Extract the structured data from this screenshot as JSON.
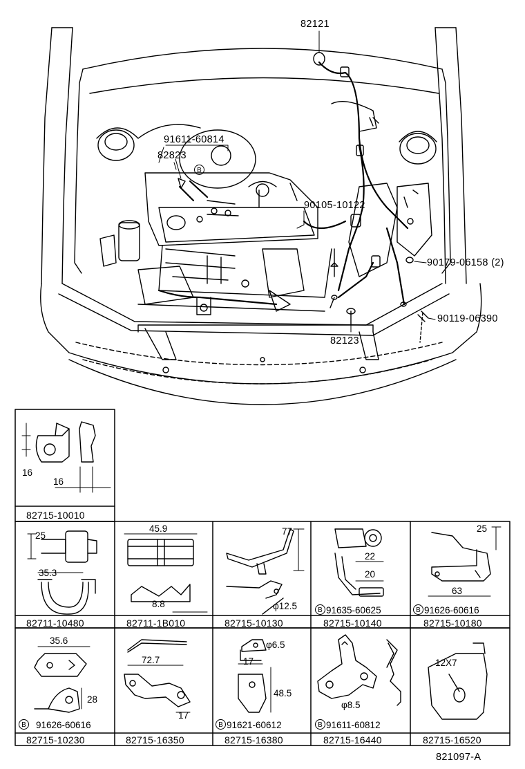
{
  "callouts": {
    "c82121": "82121",
    "c91611": "91611-60814",
    "c82823": "82823",
    "c90105": "90105-10122",
    "c90179": "90179-06158 (2)",
    "c90119": "90119-06390",
    "c82123": "82123",
    "b_marker": "B"
  },
  "cells": {
    "r0c0": {
      "part": "82715-10010",
      "dims": [
        "16",
        "16"
      ]
    },
    "r1c0": {
      "part": "82711-10480",
      "dims": [
        "25",
        "35.3"
      ]
    },
    "r1c1": {
      "part": "82711-1B010",
      "dims": [
        "45.9",
        "8.8"
      ]
    },
    "r1c2": {
      "part": "82715-10130",
      "dims": [
        "77",
        "φ12.5"
      ]
    },
    "r1c3": {
      "part": "82715-10140",
      "dims": [
        "22",
        "20"
      ],
      "bolt": "91635-60625"
    },
    "r1c4": {
      "part": "82715-10180",
      "dims": [
        "25",
        "63"
      ],
      "bolt": "91626-60616"
    },
    "r2c0": {
      "part": "82715-10230",
      "dims": [
        "35.6",
        "28"
      ],
      "bolt": "91626-60616"
    },
    "r2c1": {
      "part": "82715-16350",
      "dims": [
        "72.7",
        "17"
      ]
    },
    "r2c2": {
      "part": "82715-16380",
      "dims": [
        "φ6.5",
        "17",
        "48.5"
      ],
      "bolt": "91621-60612"
    },
    "r2c3": {
      "part": "82715-16440",
      "dims": [
        "φ8.5"
      ],
      "bolt": "91611-60812"
    },
    "r2c4": {
      "part": "82715-16520",
      "dims": [
        "12X7"
      ]
    }
  },
  "figure_id": "821097-A"
}
